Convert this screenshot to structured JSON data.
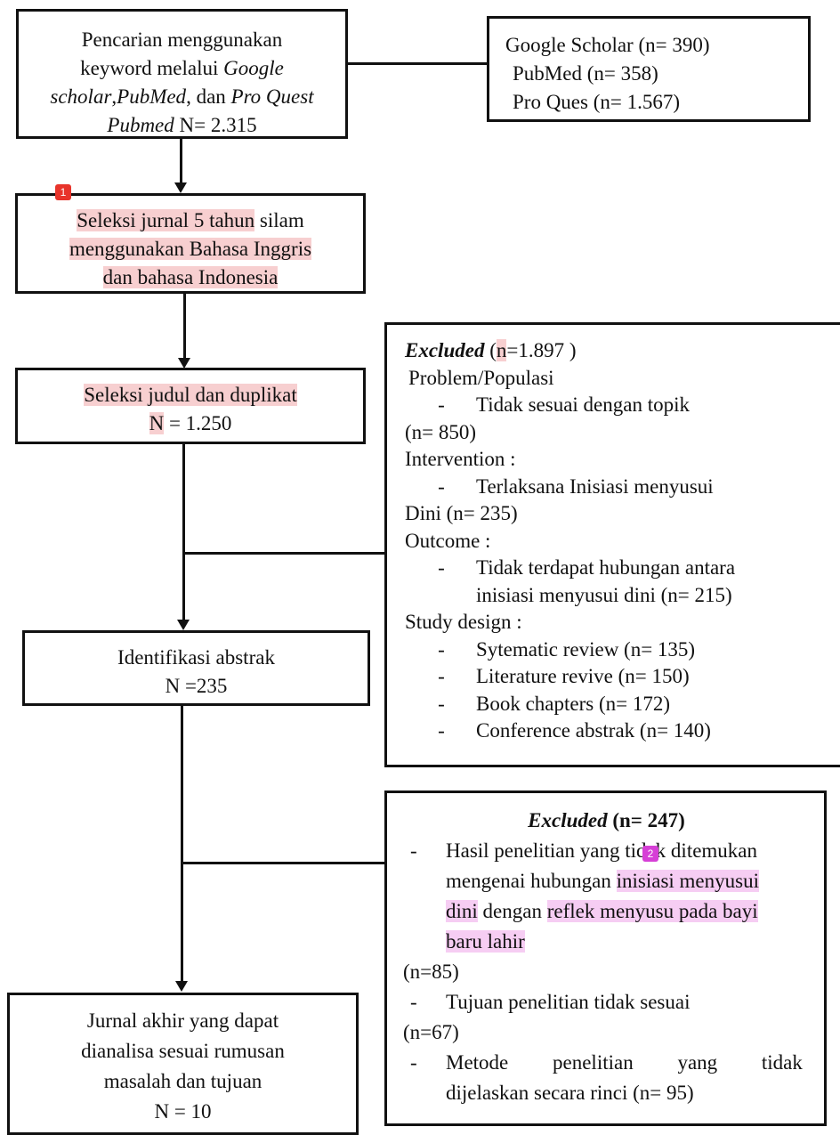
{
  "search_box": {
    "line1": "Pencarian menggunakan",
    "line2a": "keyword melalui ",
    "line2b": "Google",
    "line3a": "scholar",
    "line3b": ",",
    "line3c": "PubMed",
    "line3d": ", dan ",
    "line3e": "Pro Quest",
    "line4a": "Pubmed",
    "line4b": " N= 2.315"
  },
  "sources_box": {
    "google": "Google Scholar (n= 390)",
    "pubmed": "PubMed (n= 358)",
    "proquest": "Pro Ques (n= 1.567)"
  },
  "selection_box": {
    "l1a": "Seleksi jurnal 5  tahun",
    "l1b": " silam",
    "l2": "menggunakan Bahasa Inggris",
    "l3": "dan bahasa Indonesia"
  },
  "title_box": {
    "l1": "Seleksi judul dan duplikat",
    "l2a": "N",
    "l2b": " = 1.250"
  },
  "abstract_box": {
    "l1": "Identifikasi abstrak",
    "l2": "N =235"
  },
  "final_box": {
    "l1": "Jurnal akhir yang dapat",
    "l2": "dianalisa sesuai rumusan",
    "l3": "masalah dan tujuan",
    "l4": "N = 10"
  },
  "excluded1": {
    "head_italic": "Excluded",
    "head_open": " (",
    "head_n": "n",
    "head_rest": "=1.897 )",
    "problem": "Problem/Populasi",
    "dash": "-",
    "p1": "Tidak sesuai dengan topik",
    "p1n": "(n= 850)",
    "intervention": "Intervention :",
    "i1": "Terlaksana  Inisiasi menyusui",
    "i1n": "Dini (n= 235)",
    "outcome": "Outcome :",
    "o1a": "Tidak terdapat hubungan antara",
    "o1b": "inisiasi menyusui dini (n= 215)",
    "design": "Study design :",
    "d1": "Sytematic review (n= 135)",
    "d2": "Literature revive (n= 150)",
    "d3": "Book chapters (n= 172)",
    "d4": "Conference abstrak (n= 140)"
  },
  "excluded2": {
    "head_italic": "Excluded",
    "head_rest": " (n= 247)",
    "dash": "-",
    "a1a": "Hasil penelitian yang tidak ditemukan",
    "a2a": "mengenai hubungan ",
    "a2b": "inisiasi menyusui",
    "a3a": "dini",
    "a3b": " dengan ",
    "a3c": "reflek menyusu pada bayi",
    "a4": "baru lahir",
    "a_n": "(n=85)",
    "b1": "Tujuan penelitian tidak sesuai",
    "b_n": "(n=67)",
    "c1": "Metode penelitian yang tidak",
    "c2": "dijelaskan secara rinci (n= 95)"
  },
  "markers": {
    "m1": "1",
    "m2": "2",
    "m1_color": "#e8342b",
    "m2_color": "#d63fd6"
  }
}
